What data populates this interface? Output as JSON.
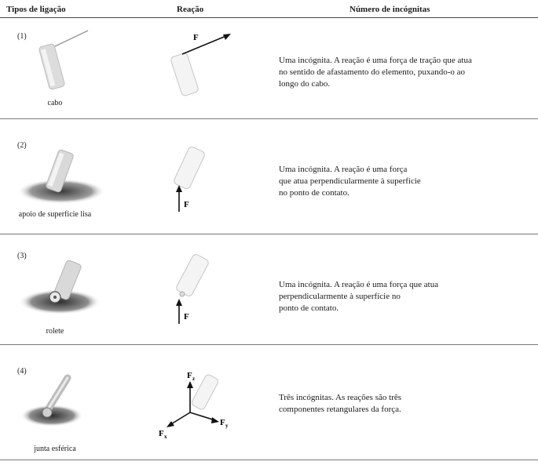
{
  "header": {
    "col1": "Tipos de ligação",
    "col2": "Reação",
    "col3": "Número de incógnitas"
  },
  "rows": [
    {
      "number": "(1)",
      "caption": "cabo",
      "force_label": "F",
      "description_lines": [
        "Uma incógnita. A reação é uma força de tração que atua",
        "no sentido de afastamento do elemento, puxando-o ao",
        "longo do cabo."
      ]
    },
    {
      "number": "(2)",
      "caption": "apoio de superfície lisa",
      "force_label": "F",
      "description_lines": [
        "Uma incógnita. A reação é uma força",
        "que atua perpendicularmente à superfície",
        "no ponto de contato."
      ]
    },
    {
      "number": "(3)",
      "caption": "rolete",
      "force_label": "F",
      "description_lines": [
        "Uma incógnita. A reação é uma força que atua",
        "perpendicularmente à superfície no",
        "ponto de contato."
      ]
    },
    {
      "number": "(4)",
      "caption": "junta esférica",
      "force_labels": {
        "z": "z",
        "x": "x",
        "y": "y",
        "base": "F"
      },
      "description_lines": [
        "Três incógnitas. As reações são três",
        "componentes retangulares da força."
      ]
    }
  ]
}
